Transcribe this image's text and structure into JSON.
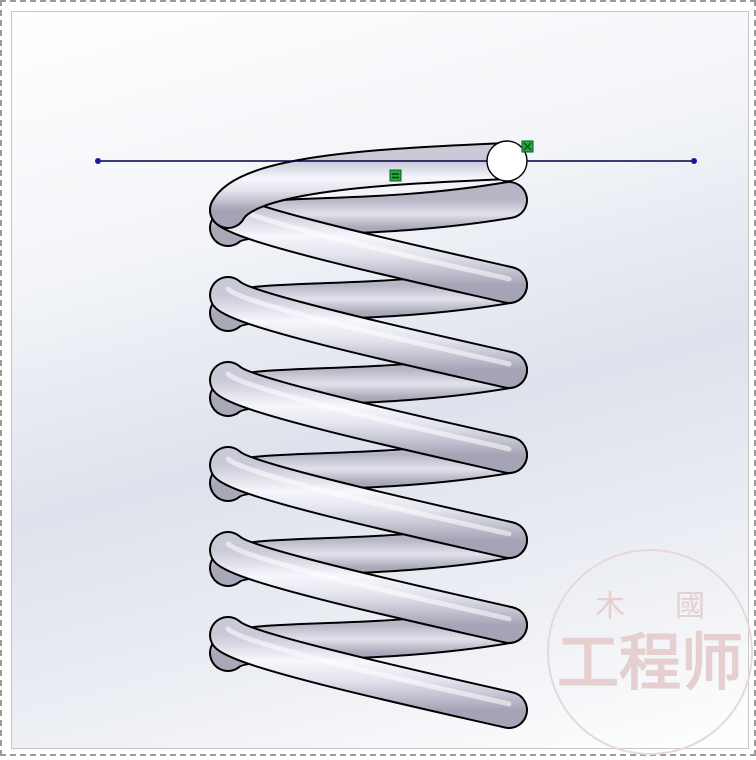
{
  "viewport": {
    "background_top": "#ffffff",
    "background_mid": "#dde2ec",
    "line_color": "#000040",
    "endpoint_color": "#1a1aa0",
    "relation_color": "#22aa44",
    "spring_light": "#f4f4fb",
    "spring_mid": "#d2d2e0",
    "spring_dark": "#9a9aac"
  },
  "spring": {
    "turns": 6,
    "icon_name": "helix-spring"
  },
  "sketch": {
    "relation_icons": [
      "coincident-relation-icon",
      "horizontal-relation-icon"
    ]
  },
  "watermark": {
    "top_left": "木",
    "top_right": "國",
    "main": "工程师",
    "color": "#e3caca"
  }
}
